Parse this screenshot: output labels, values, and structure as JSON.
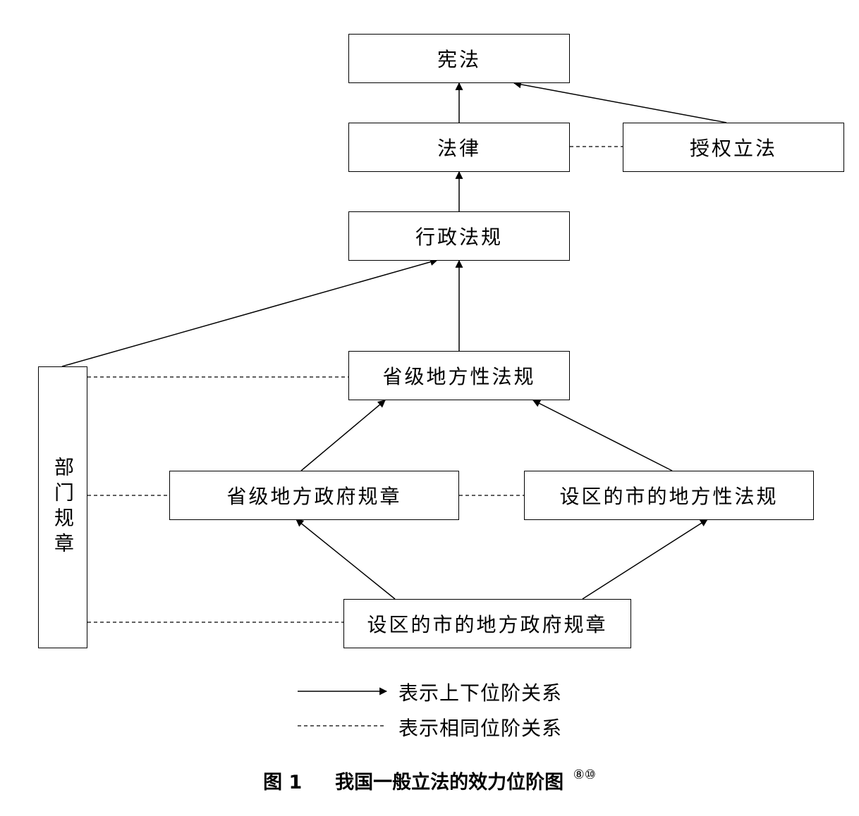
{
  "nodes": {
    "constitution": "宪法",
    "law": "法律",
    "authorized": "授权立法",
    "admin_reg": "行政法规",
    "prov_local_reg": "省级地方性法规",
    "dept_rules": "部门规章",
    "prov_gov_rules": "省级地方政府规章",
    "city_local_reg": "设区的市的地方性法规",
    "city_gov_rules": "设区的市的地方政府规章"
  },
  "legend": {
    "solid": "表示上下位阶关系",
    "dashed": "表示相同位阶关系"
  },
  "caption": {
    "label": "图 1",
    "title": "我国一般立法的效力位阶图",
    "footnote": "⑧⑩"
  }
}
